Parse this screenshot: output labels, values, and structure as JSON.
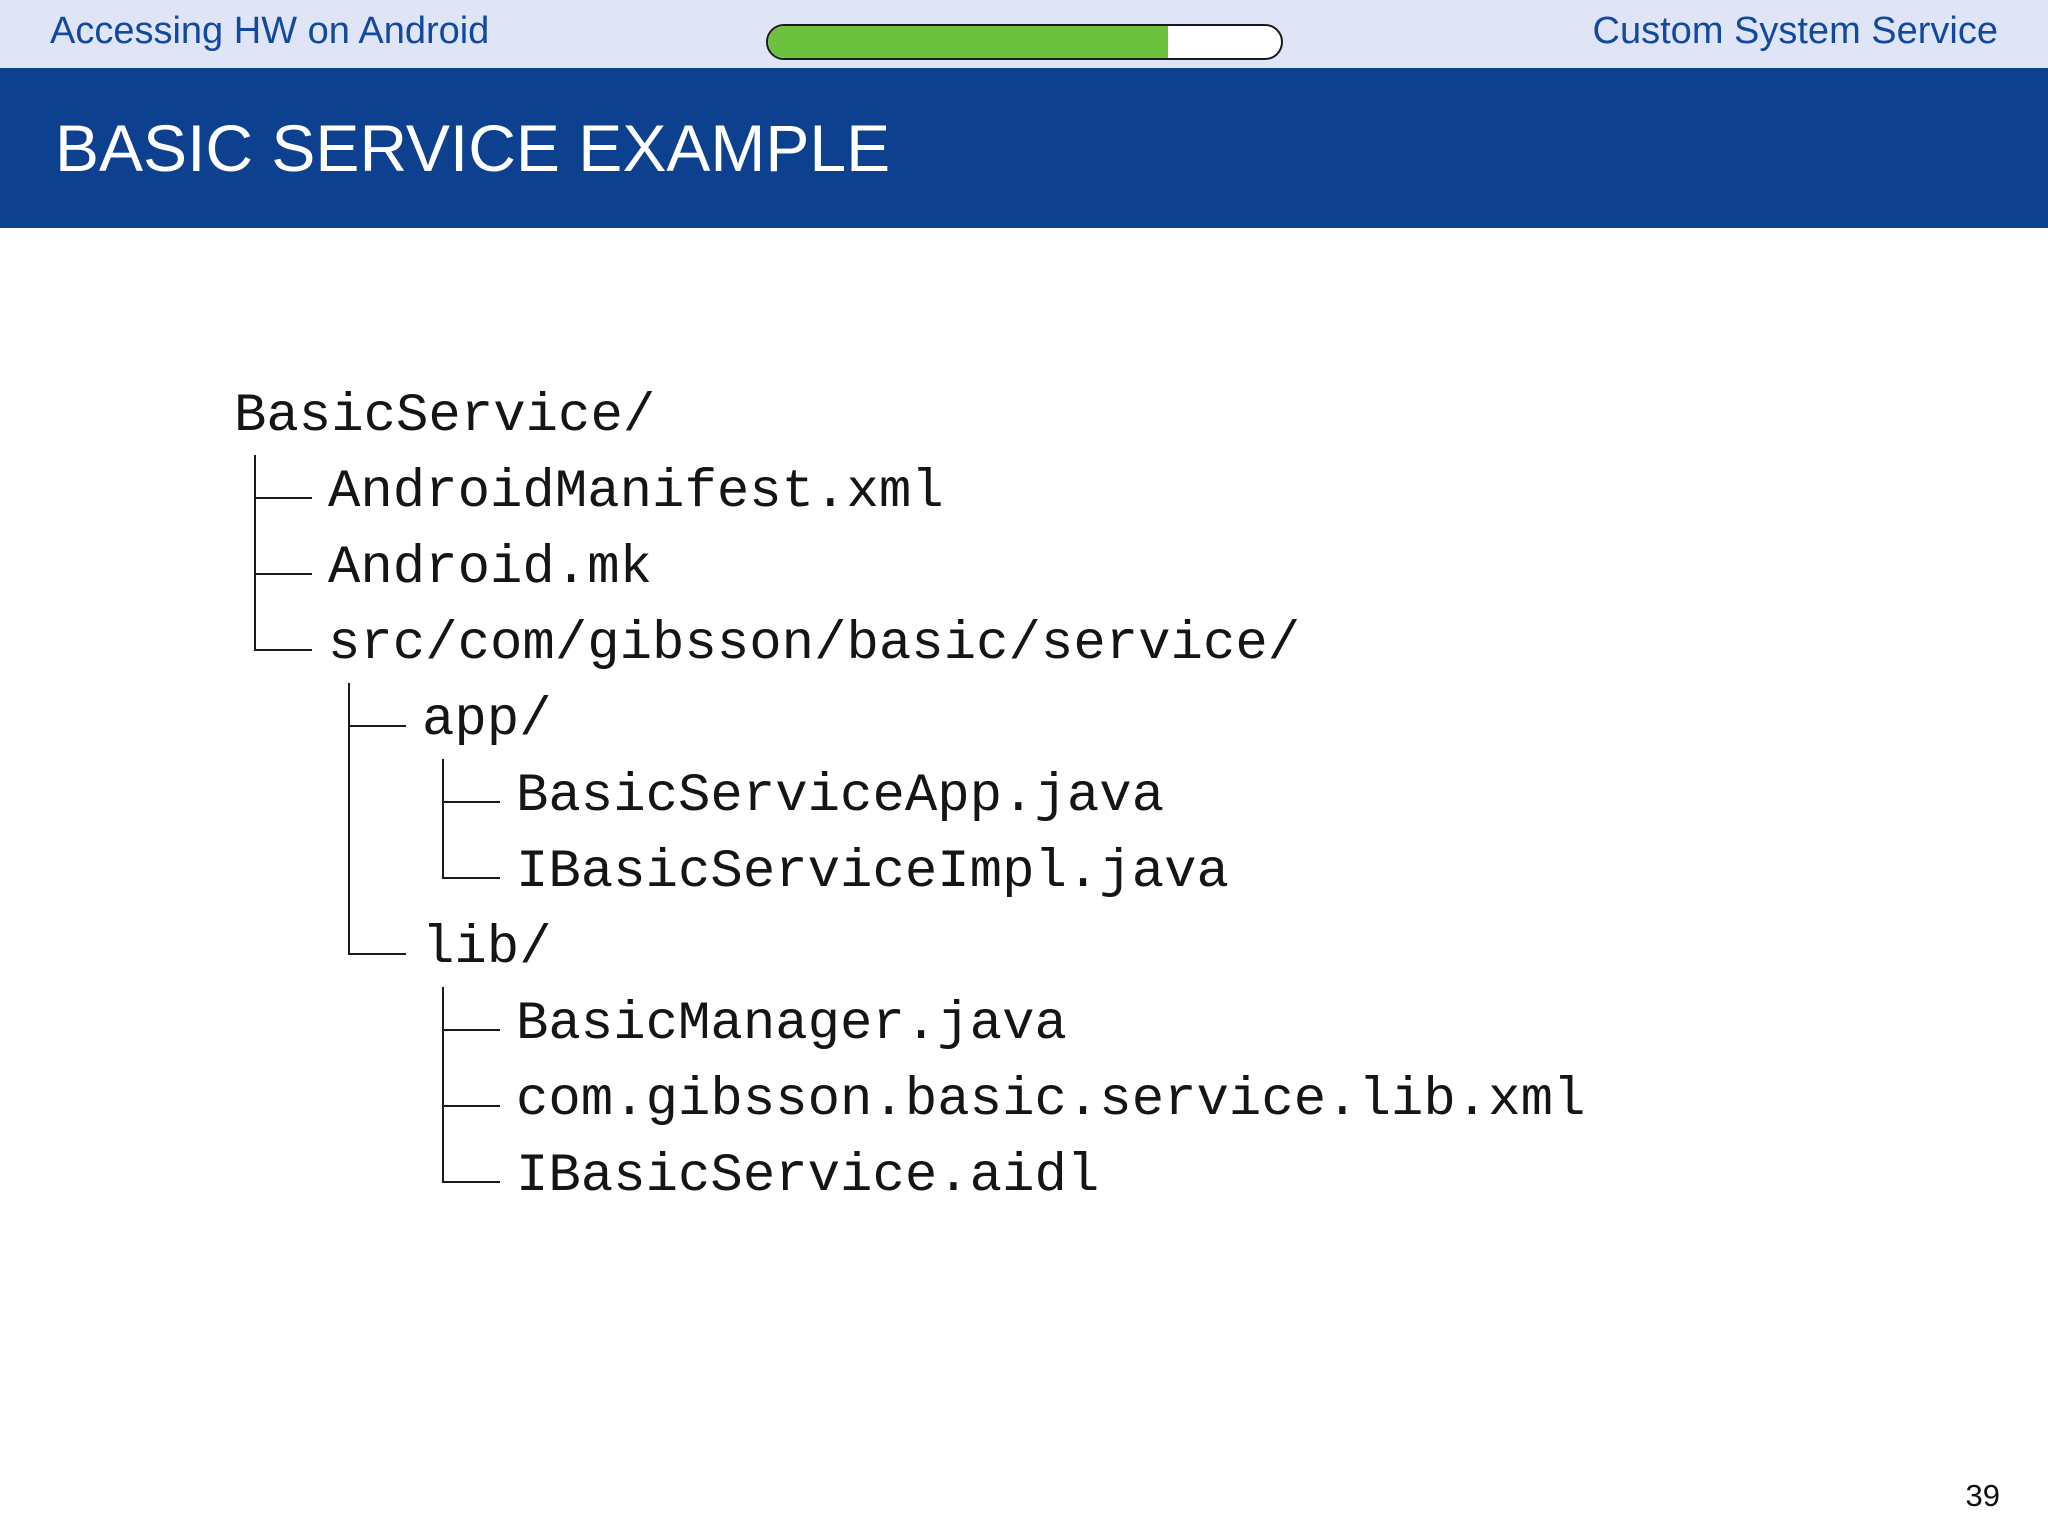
{
  "header": {
    "left_title": "Accessing HW on Android",
    "right_title": "Custom System Service",
    "progress_percent": 78
  },
  "title": "BASIC SERVICE EXAMPLE",
  "tree": {
    "rows": [
      {
        "prefix": [],
        "label": "BasicService/"
      },
      {
        "prefix": [
          "tee"
        ],
        "label": "AndroidManifest.xml"
      },
      {
        "prefix": [
          "tee"
        ],
        "label": "Android.mk"
      },
      {
        "prefix": [
          "elbow"
        ],
        "label": "src/com/gibsson/basic/service/"
      },
      {
        "prefix": [
          "blank",
          "tee"
        ],
        "label": "app/"
      },
      {
        "prefix": [
          "blank",
          "pipe",
          "tee"
        ],
        "label": "BasicServiceApp.java"
      },
      {
        "prefix": [
          "blank",
          "pipe",
          "elbow"
        ],
        "label": "IBasicServiceImpl.java"
      },
      {
        "prefix": [
          "blank",
          "elbow"
        ],
        "label": "lib/"
      },
      {
        "prefix": [
          "blank",
          "blank",
          "tee"
        ],
        "label": "BasicManager.java"
      },
      {
        "prefix": [
          "blank",
          "blank",
          "tee"
        ],
        "label": "com.gibsson.basic.service.lib.xml"
      },
      {
        "prefix": [
          "blank",
          "blank",
          "elbow"
        ],
        "label": "IBasicService.aidl"
      }
    ]
  },
  "page_number": "39",
  "colors": {
    "topbar_background": "#dfe5f7",
    "header_text_blue": "#10499e",
    "title_band_blue": "#0d4190",
    "title_text": "#ffffff",
    "progress_fill_green": "#6cc13f",
    "progress_border": "#1a1a1a",
    "tree_text": "#151515",
    "content_background": "#ffffff"
  }
}
